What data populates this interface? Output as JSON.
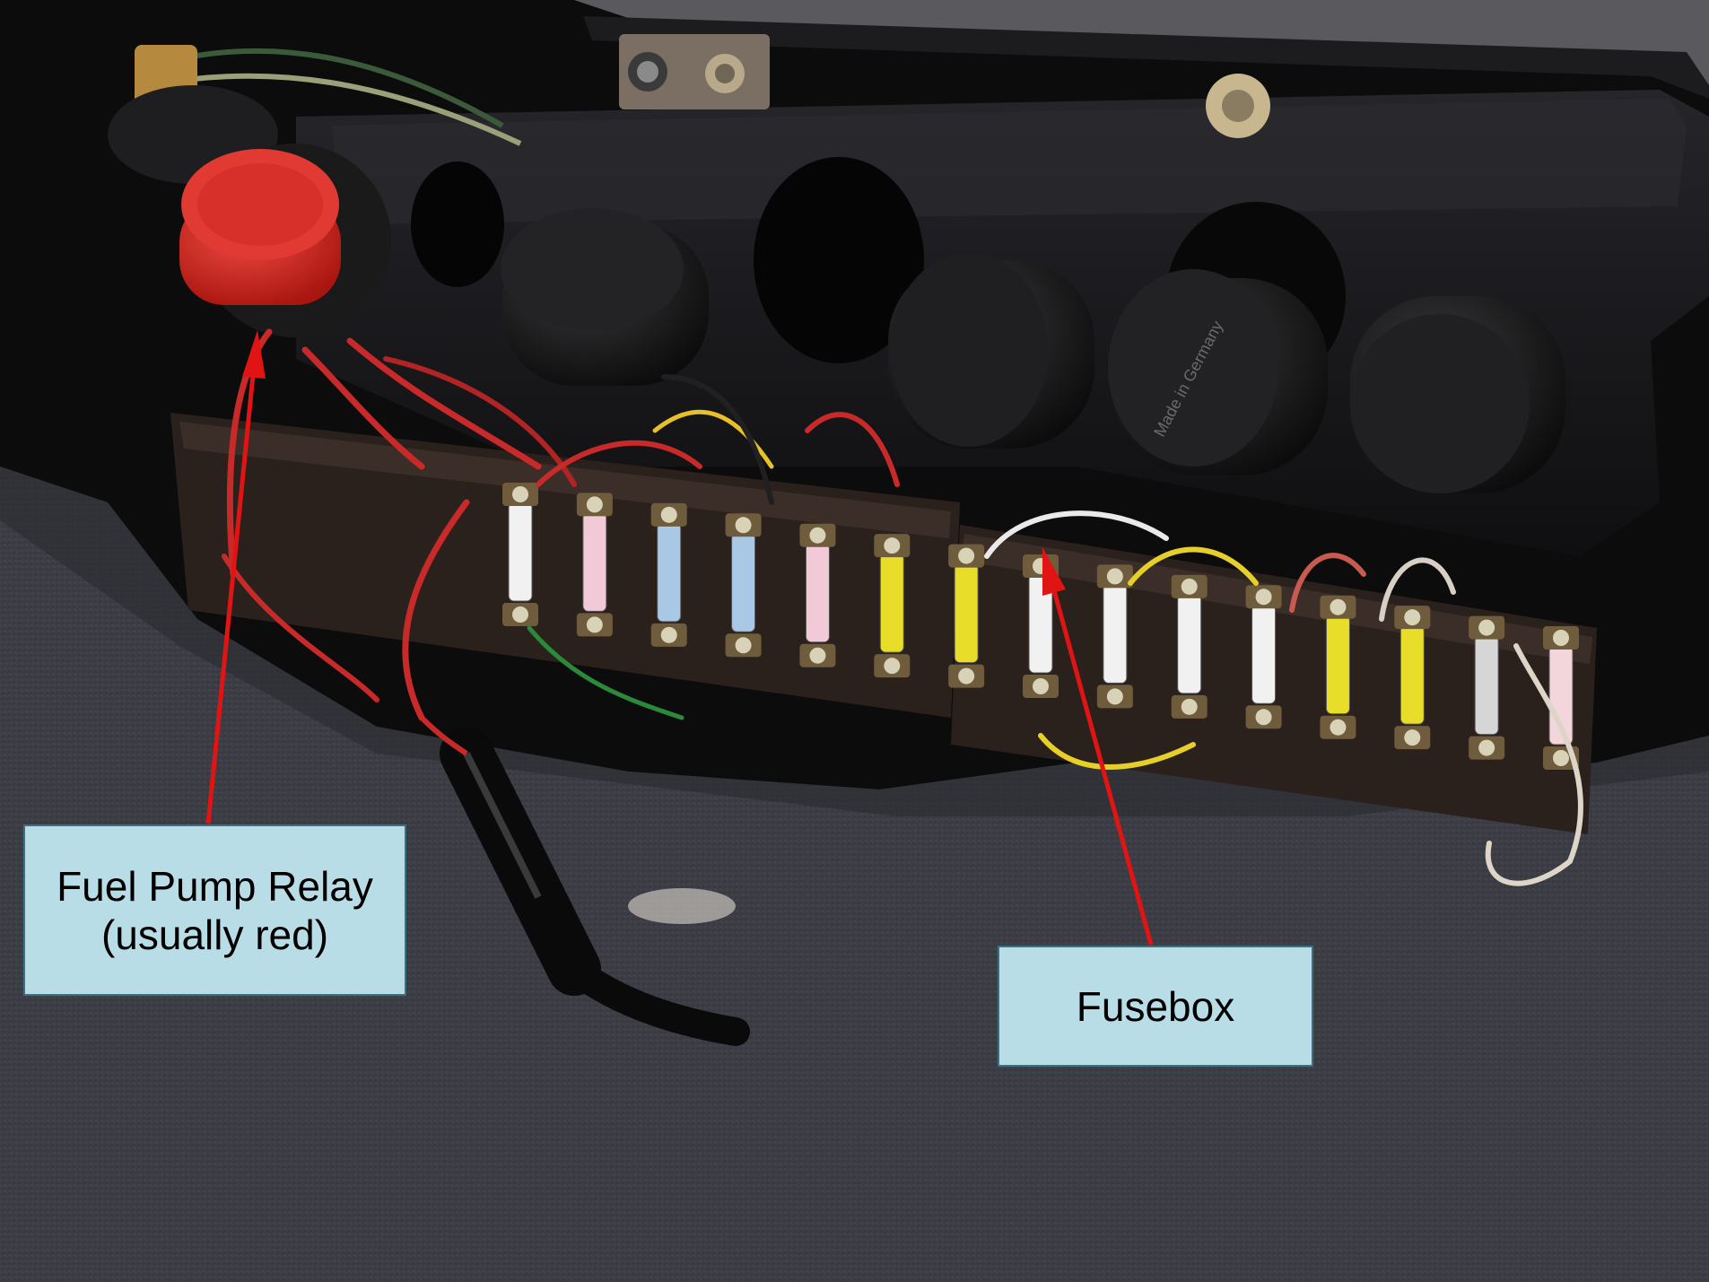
{
  "image": {
    "colors": {
      "background": "#0c0c0c",
      "carpet": "#3b3c44",
      "dash_panel": "#17171a",
      "relay_red": "#d1231e",
      "relay_black": "#141414",
      "fuse_strip": "#2a211d",
      "arrow": "#e11414",
      "callout_fill": "#b9dde6",
      "callout_border": "#3e6f80"
    },
    "fuse_colors": [
      "#f1f1f1",
      "#f2c9d6",
      "#a9c8e6",
      "#a9c8e6",
      "#f2c9d6",
      "#e8de2a",
      "#e8de2a",
      "#f1f1f1",
      "#f1f1f1",
      "#f1f1f1",
      "#f1f1f1",
      "#e8de2a",
      "#e8de2a",
      "#d6d6d6",
      "#f2d6dc"
    ],
    "relay_labels": [
      "Made in Germany"
    ]
  },
  "callouts": {
    "fuel_pump_relay": {
      "line1": "Fuel Pump Relay",
      "line2": "(usually red)"
    },
    "fusebox": {
      "label": "Fusebox"
    }
  }
}
